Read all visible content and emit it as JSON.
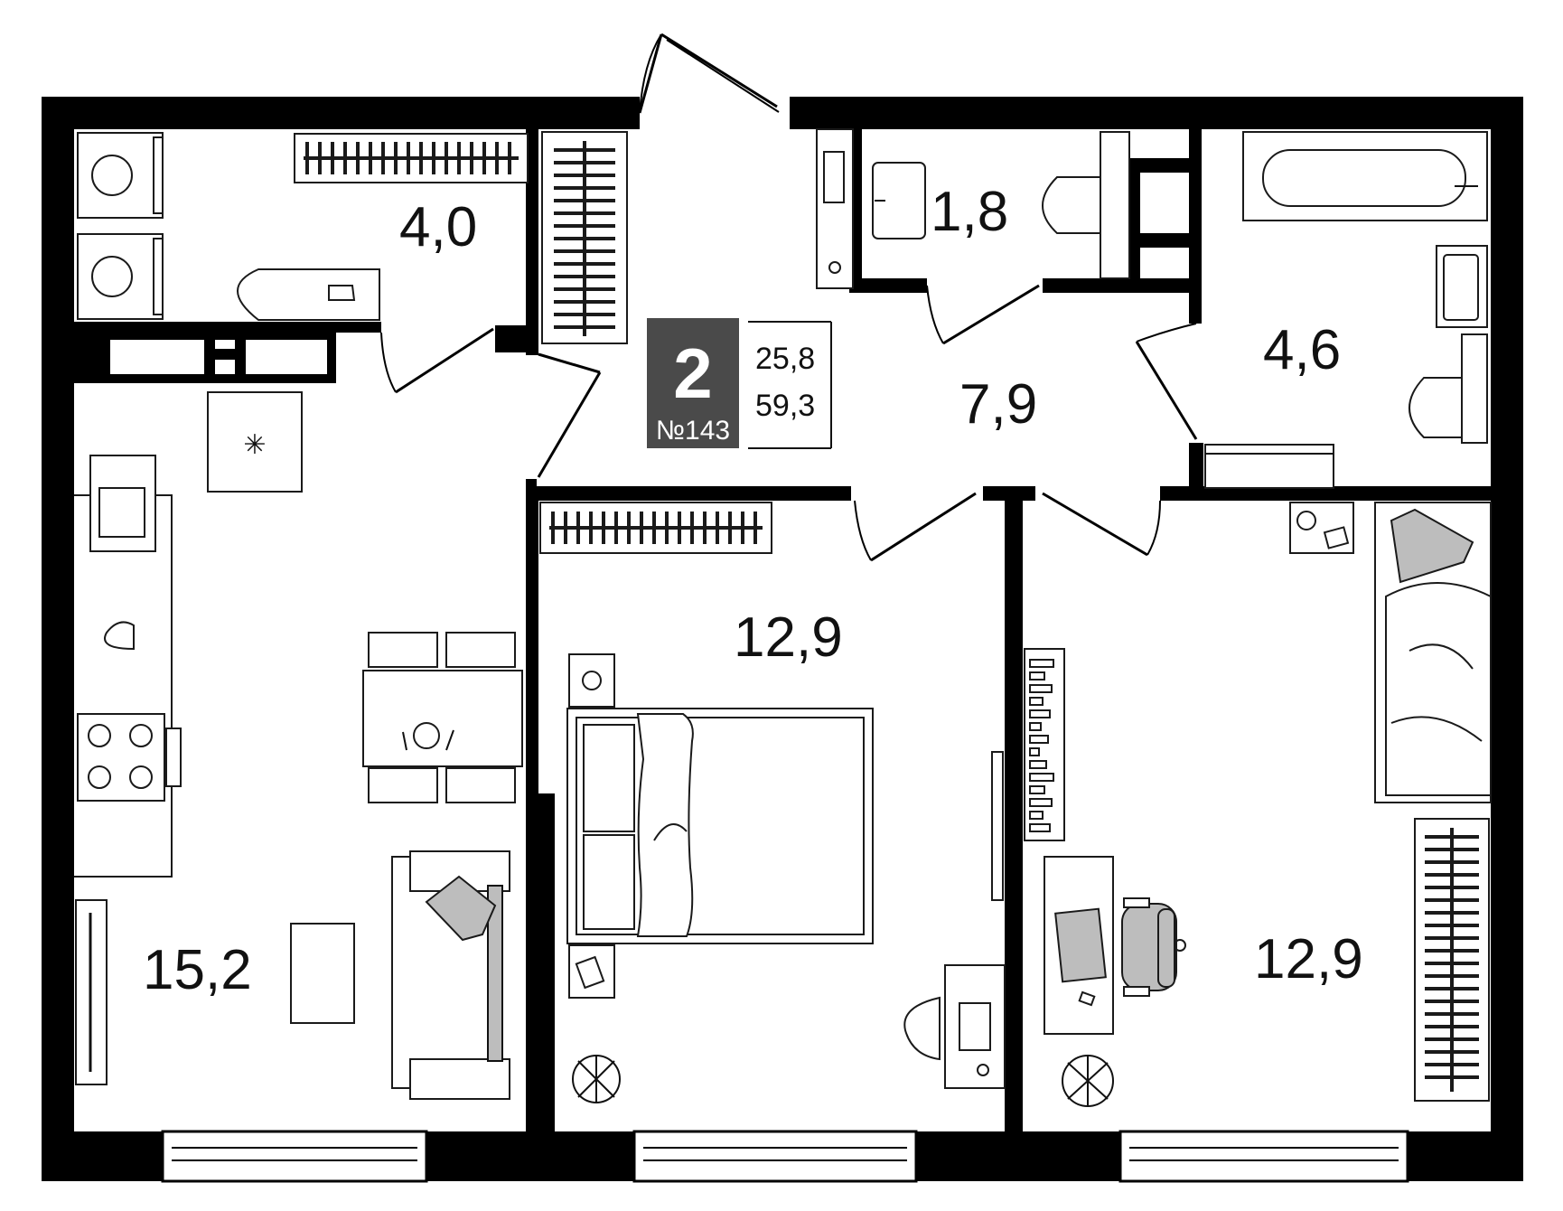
{
  "apartment": {
    "rooms_count": "2",
    "number": "№143",
    "living_area": "25,8",
    "total_area": "59,3"
  },
  "rooms": {
    "utility": "4,0",
    "hallway": "7,9",
    "wc": "1,8",
    "bathroom": "4,6",
    "kitchen_living": "15,2",
    "bedroom_1": "12,9",
    "bedroom_2": "12,9"
  },
  "colors": {
    "wall": "#000000",
    "badge": "#4a4a4a",
    "furniture_fill": "#bdbdbd"
  }
}
